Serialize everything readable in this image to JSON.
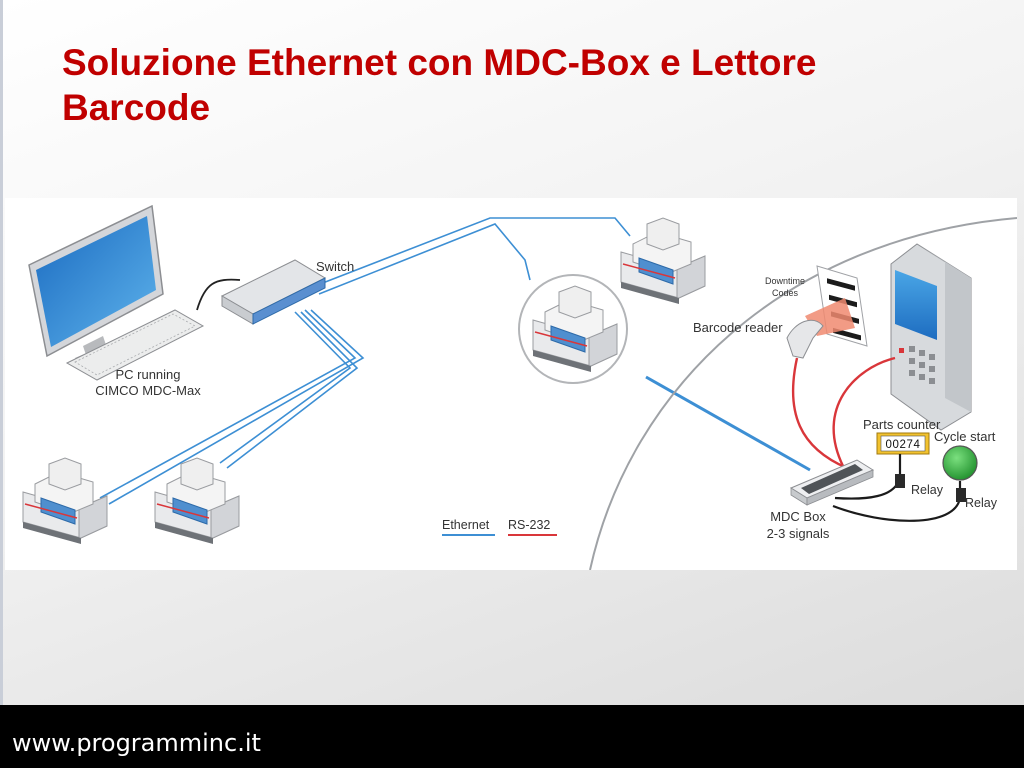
{
  "slide": {
    "title": "Soluzione Ethernet con MDC-Box e Lettore Barcode",
    "footer_url": "www.programminc.it"
  },
  "diagram": {
    "pc_label_line1": "PC running",
    "pc_label_line2": "CIMCO MDC-Max",
    "switch_label": "Switch",
    "downtime_line1": "Downtime",
    "downtime_line2": "Codes",
    "barcode_label": "Barcode reader",
    "parts_counter_label": "Parts counter",
    "counter_value": "00274",
    "cycle_start_label": "Cycle start",
    "relay_label_1": "Relay",
    "relay_label_2": "Relay",
    "mdc_line1": "MDC Box",
    "mdc_line2": "2-3 signals",
    "legend_ethernet": "Ethernet",
    "legend_rs232": "RS-232",
    "colors": {
      "ethernet": "#3d8fd4",
      "rs232": "#d9363a",
      "title": "#c00000",
      "cycle_start": "#2eaa3c"
    }
  }
}
